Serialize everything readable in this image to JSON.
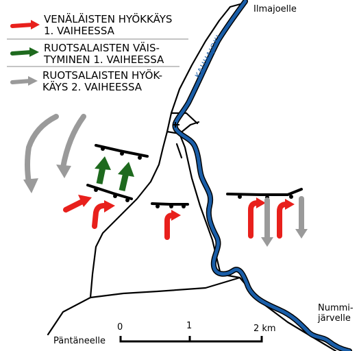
{
  "legend": {
    "items": [
      {
        "text": "VENÄLÄISTEN HYÖKKÄYS\n1. VAIHEESSA",
        "color": "#e8201c"
      },
      {
        "text": "RUOTSALAISTEN VÄIS-\nTYMINEN 1. VAIHEESSA",
        "color": "#1e6a1e"
      },
      {
        "text": "RUOTSALAISTEN HYÖK-\nKÄYS 2. VAIHEESSA",
        "color": "#9a9a9a"
      }
    ]
  },
  "places": {
    "ilmajoelle": "Ilmajoelle",
    "nummijarvelle": "Nummi-\njärvelle",
    "pantaneelle": "Päntäneelle"
  },
  "river": {
    "name": "KAUHAJOKI",
    "color": "#1a5ea8"
  },
  "scale": {
    "ticks": [
      "0",
      "1",
      "2 km"
    ]
  },
  "colors": {
    "road": "#000000",
    "line": "#000000"
  }
}
